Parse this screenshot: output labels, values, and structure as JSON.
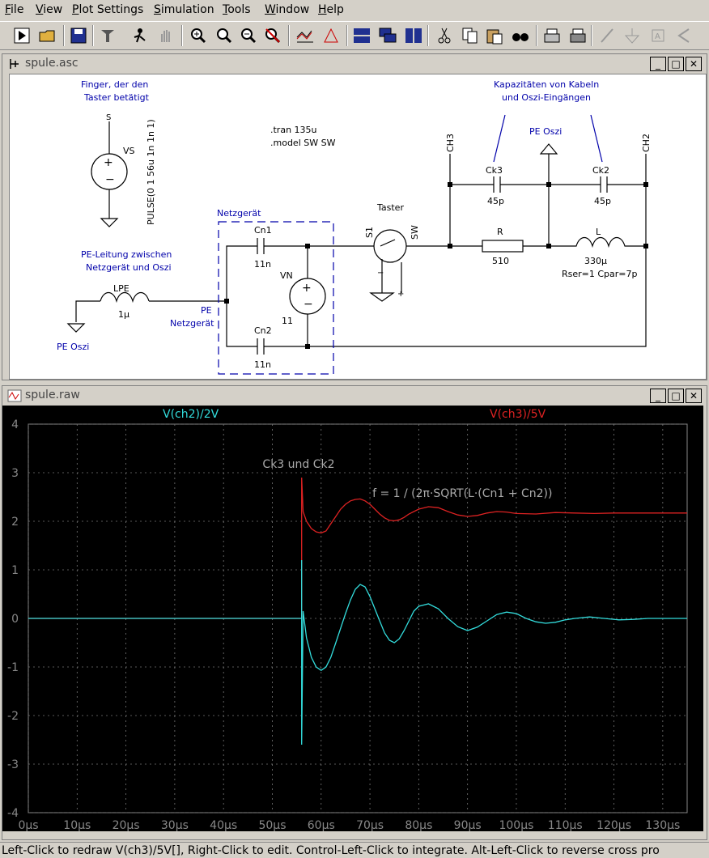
{
  "menubar": {
    "items": [
      {
        "label": "File",
        "key": "F",
        "rest": "ile"
      },
      {
        "label": "View",
        "key": "V",
        "rest": "iew"
      },
      {
        "label": "Plot Settings",
        "key": "P",
        "rest": "lot Settings"
      },
      {
        "label": "Simulation",
        "key": "S",
        "rest": "imulation"
      },
      {
        "label": "Tools",
        "key": "T",
        "rest": "ools"
      },
      {
        "label": "Window",
        "key": "W",
        "rest": "indow"
      },
      {
        "label": "Help",
        "key": "H",
        "rest": "elp"
      }
    ]
  },
  "toolbar": {
    "icons": [
      "run-icon",
      "open-icon",
      "save-icon",
      "control-panel-icon",
      "halt-icon",
      "pan-icon",
      "zoom-in-icon",
      "zoom-area-icon",
      "zoom-out-icon",
      "zoom-fit-icon",
      "autorange-icon",
      "mark-icon",
      "tile-horizontal-icon",
      "cascade-icon",
      "tile-vertical-icon",
      "cut-icon",
      "copy-icon",
      "paste-icon",
      "find-icon",
      "print-icon",
      "print-setup-icon",
      "draw-wire-icon",
      "ground-icon",
      "label-icon",
      "component-icon"
    ]
  },
  "schematic_window": {
    "title": "spule.asc",
    "comments": {
      "finger": [
        "Finger, der den",
        "Taster betätigt"
      ],
      "kapazitaeten": [
        "Kapazitäten von Kabeln",
        "und Oszi-Eingängen"
      ],
      "pe_leitung": [
        "PE-Leitung zwischen",
        "Netzgerät und Oszi"
      ],
      "netzgeraet": "Netzgerät",
      "tran": ".tran 135u",
      "model": ".model SW SW"
    },
    "labels": {
      "vs_name": "VS",
      "vs_value": "PULSE(0 1 56u 1n 1n 1)",
      "taster": "Taster",
      "s1": "S1",
      "sw": "SW",
      "pe_oszi_top": "PE Oszi",
      "pe_oszi_bottom": "PE Oszi",
      "ch3": "CH3",
      "ch2": "CH2",
      "ck3": "Ck3",
      "ck3_val": "45p",
      "ck2": "Ck2",
      "ck2_val": "45p",
      "r": "R",
      "r_val": "510",
      "l": "L",
      "l_val": "330µ",
      "l_params": "Rser=1 Cpar=7p",
      "cn1": "Cn1",
      "cn1_val": "11n",
      "cn2": "Cn2",
      "cn2_val": "11n",
      "vn": "VN",
      "vn_val": "11",
      "lpe": "LPE",
      "lpe_val": "1µ",
      "pe": "PE",
      "pe2": "Netzgerät"
    }
  },
  "plot_window": {
    "title": "spule.raw",
    "annotation1": "Ck3 und Ck2",
    "annotation2": "f = 1 / (2π·SQRT(L·(Cn1 + Cn2))"
  },
  "chart_data": {
    "type": "line",
    "xlabel": "",
    "ylabel": "",
    "xlim": [
      0,
      135
    ],
    "ylim": [
      -4,
      4
    ],
    "x_unit": "µs",
    "x_ticks": [
      "0µs",
      "10µs",
      "20µs",
      "30µs",
      "40µs",
      "50µs",
      "60µs",
      "70µs",
      "80µs",
      "90µs",
      "100µs",
      "110µs",
      "120µs",
      "130µs"
    ],
    "y_ticks": [
      "4",
      "3",
      "2",
      "1",
      "0",
      "-1",
      "-2",
      "-3",
      "-4"
    ],
    "grid": true,
    "series": [
      {
        "name": "V(ch2)/2V",
        "color": "#33dddd",
        "x": [
          0,
          56,
          56,
          56,
          56.3,
          57,
          58,
          59,
          60,
          61,
          62,
          63,
          64,
          65,
          66,
          67,
          68,
          69,
          70,
          71,
          72,
          73,
          74,
          75,
          76,
          77,
          78,
          79,
          80,
          82,
          84,
          86,
          88,
          90,
          92,
          94,
          96,
          98,
          100,
          102,
          104,
          106,
          108,
          110,
          112,
          115,
          118,
          121,
          124,
          127,
          130,
          133,
          135
        ],
        "y": [
          0,
          0,
          1.2,
          -2.6,
          0.15,
          -0.4,
          -0.8,
          -1.0,
          -1.07,
          -1.0,
          -0.8,
          -0.5,
          -0.2,
          0.1,
          0.38,
          0.6,
          0.7,
          0.65,
          0.45,
          0.2,
          -0.05,
          -0.3,
          -0.45,
          -0.5,
          -0.42,
          -0.25,
          -0.05,
          0.15,
          0.25,
          0.3,
          0.2,
          0.0,
          -0.17,
          -0.25,
          -0.18,
          -0.05,
          0.08,
          0.13,
          0.1,
          0.0,
          -0.07,
          -0.1,
          -0.08,
          -0.03,
          0.0,
          0.03,
          0.0,
          -0.03,
          -0.02,
          0.0,
          0.0,
          0.0,
          0.0
        ]
      },
      {
        "name": "V(ch3)/5V",
        "color": "#dd2222",
        "x": [
          0,
          56,
          56,
          56.3,
          57,
          58,
          59,
          60,
          61,
          62,
          63,
          64,
          65,
          66,
          67,
          68,
          69,
          70,
          71,
          72,
          73,
          74,
          75,
          76,
          77,
          78,
          80,
          82,
          84,
          86,
          88,
          90,
          92,
          94,
          96,
          98,
          100,
          104,
          108,
          112,
          116,
          120,
          125,
          130,
          135
        ],
        "y": [
          0,
          0,
          2.9,
          2.2,
          2.0,
          1.85,
          1.78,
          1.76,
          1.8,
          1.95,
          2.1,
          2.25,
          2.35,
          2.42,
          2.45,
          2.46,
          2.42,
          2.35,
          2.25,
          2.15,
          2.07,
          2.02,
          2.01,
          2.03,
          2.08,
          2.15,
          2.25,
          2.3,
          2.28,
          2.2,
          2.13,
          2.1,
          2.12,
          2.17,
          2.2,
          2.19,
          2.16,
          2.15,
          2.18,
          2.17,
          2.16,
          2.17,
          2.17,
          2.17,
          2.17
        ]
      }
    ]
  },
  "statusbar": {
    "text": "Left-Click to redraw V(ch3)/5V[],  Right-Click to edit. Control-Left-Click to integrate. Alt-Left-Click to reverse cross pro"
  }
}
